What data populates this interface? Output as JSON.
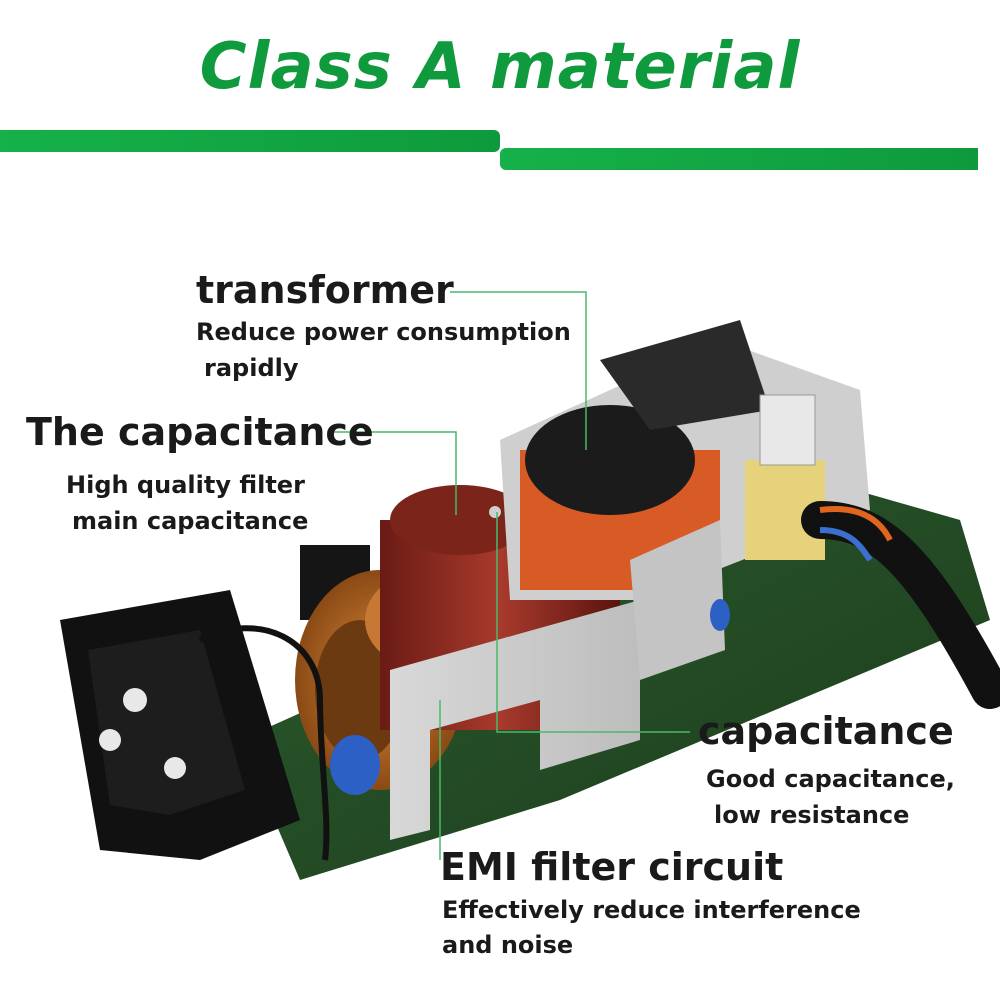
{
  "title": "Class A material",
  "labels": {
    "transformer": {
      "heading": "transformer",
      "line1": "Reduce power consumption",
      "line2": "rapidly"
    },
    "capacitance_main": {
      "heading": "The capacitance",
      "line1": "High quality filter",
      "line2": "main capacitance"
    },
    "capacitance_small": {
      "heading": "capacitance",
      "line1": "Good capacitance,",
      "line2": "low resistance"
    },
    "emi": {
      "heading": "EMI filter circuit",
      "line1": "Effectively reduce interference",
      "line2": "and noise"
    }
  },
  "colors": {
    "accent": "#0f9a3e",
    "leader_line": "#49b96a"
  }
}
